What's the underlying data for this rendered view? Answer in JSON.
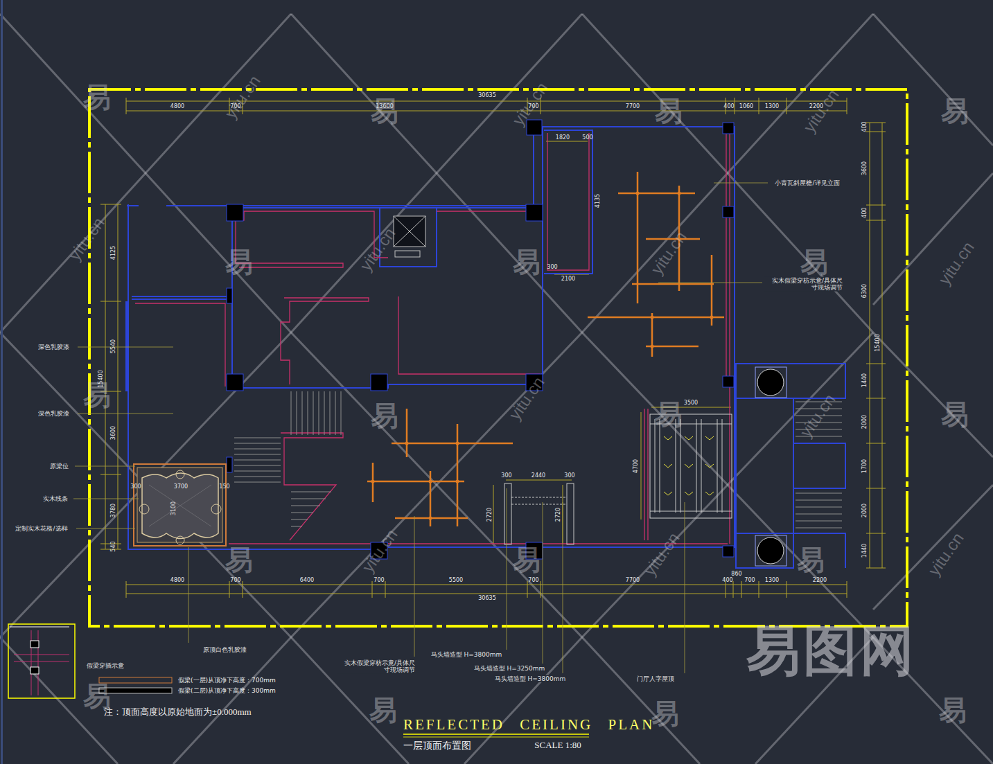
{
  "diagram": {
    "title": "REFLECTED CEILING PLAN",
    "caption": "一层顶面布置图",
    "labels": [
      "30635",
      "4800",
      "700",
      "13600",
      "700",
      "7700",
      "400",
      "1060",
      "1300",
      "2200",
      "4800",
      "700",
      "6400",
      "700",
      "5500",
      "700",
      "7700",
      "400",
      "860",
      "700",
      "1300",
      "2200",
      "30635",
      "4125",
      "5540",
      "15400",
      "3600",
      "3780",
      "540",
      "400",
      "3600",
      "400",
      "6300",
      "15400",
      "1440",
      "2000",
      "1700",
      "2000",
      "1440",
      "1820",
      "500",
      "4135",
      "300",
      "2100",
      "3500",
      "4700",
      "300",
      "2440",
      "300",
      "2720",
      "2720",
      "3700",
      "3100",
      "300",
      "150",
      "小青瓦斜屋檐/详见立面",
      "实木假梁穿枋示意/具体尺 寸现场调节",
      "深色乳胶漆",
      "深色乳胶漆",
      "原梁位",
      "实木线条",
      "定制实木花格/选样",
      "原顶白色乳胶漆",
      "实木假梁穿枋示意/具体尺 寸现场调节",
      "马头墙造型 H=3800mm",
      "马头墙造型 H=3250mm",
      "马头墙造型 H=3800mm",
      "门厅人字屋顶",
      "假梁穿插示意",
      "注：顶面高度以原始地面为±0.000mm",
      "SCALE 1:80",
      "易",
      "易",
      "易",
      "易",
      "易",
      "易",
      "易",
      "易",
      "易",
      "易",
      "易",
      "易",
      "易",
      "易",
      "易",
      "易",
      "易",
      "易",
      "yitu.cn",
      "yitu.cn",
      "yitu.cn",
      "yitu.cn",
      "yitu.cn",
      "yitu.cn",
      "yitu.cn",
      "yitu.cn",
      "yitu.cn",
      "yitu.cn",
      "yitu.cn",
      "yitu.cn",
      "易图网"
    ],
    "legend": [
      {
        "text": "假梁(一层)从顶净下高度：700mm"
      },
      {
        "text": "假梁(二层)从顶净下高度：300mm"
      }
    ]
  }
}
